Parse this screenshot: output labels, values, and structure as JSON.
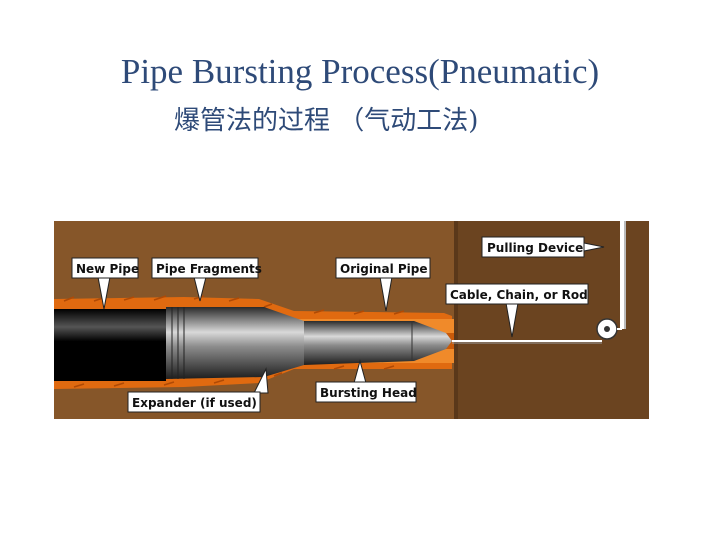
{
  "title": "Pipe Bursting Process(Pneumatic)",
  "subtitle": "爆管法的过程 （气动工法)",
  "diagram": {
    "labels": {
      "pulling_device": "Pulling Device",
      "new_pipe": "New Pipe",
      "pipe_fragments": "Pipe Fragments",
      "original_pipe": "Original Pipe",
      "cable_chain_rod": "Cable, Chain, or Rod",
      "bursting_head": "Bursting Head",
      "expander": "Expander (if used)"
    },
    "colors": {
      "soil": "#8a5a2b",
      "soil_dark": "#6b4420",
      "pipe_orange": "#e06a10",
      "label_bg": "#ffffff"
    }
  }
}
